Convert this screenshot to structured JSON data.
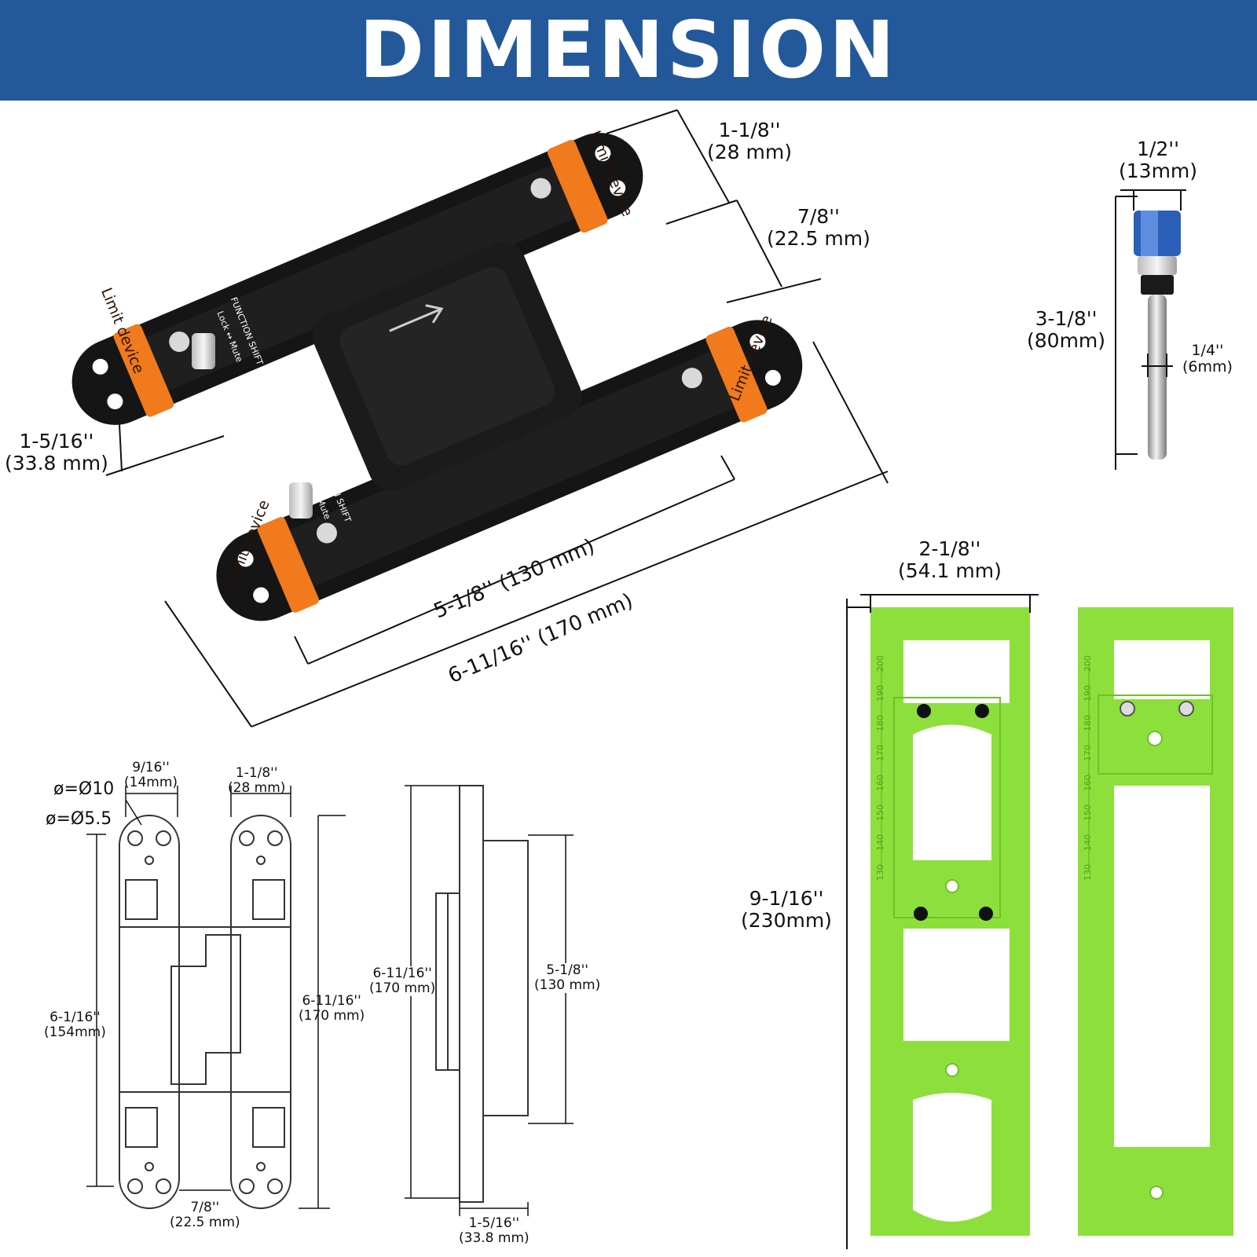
{
  "header": {
    "title": "DIMENSION",
    "bg_color": "#23599a"
  },
  "colors": {
    "guide_green": "#8de03b",
    "limit_orange": "#f07a1c",
    "hinge_black": "#151515",
    "bit_blue": "#2b5fb8"
  },
  "hinge_photo": {
    "limit_label": "Limit device",
    "function_label": "FUNCTION SHIFT",
    "lock_mute_label": "Lock ↔ Mute",
    "dims": {
      "leaf_width": {
        "imperial": "1-1/8''",
        "metric": "(28 mm)"
      },
      "offset": {
        "imperial": "7/8''",
        "metric": "(22.5 mm)"
      },
      "depth": {
        "imperial": "1-5/16''",
        "metric": "(33.8 mm)"
      },
      "body_length": {
        "text": "5-1/8'' (130 mm)"
      },
      "total_length": {
        "text": "6-11/16'' (170 mm)"
      }
    }
  },
  "router_bit": {
    "width": {
      "imperial": "1/2''",
      "metric": "(13mm)"
    },
    "length": {
      "imperial": "3-1/8''",
      "metric": "(80mm)"
    },
    "shank": {
      "imperial": "1/4''",
      "metric": "(6mm)"
    }
  },
  "template": {
    "width": {
      "imperial": "2-1/8''",
      "metric": "(54.1 mm)"
    },
    "height": {
      "imperial": "9-1/16''",
      "metric": "(230mm)"
    },
    "scale_marks": [
      "200",
      "190",
      "180",
      "170",
      "160",
      "150",
      "140",
      "130"
    ]
  },
  "drawing_front": {
    "hole_large": "ø=Ø10",
    "hole_small": "ø=Ø5.5",
    "leaf_offset": {
      "imperial": "9/16''",
      "metric": "(14mm)"
    },
    "leaf_width": {
      "imperial": "1-1/8''",
      "metric": "(28 mm)"
    },
    "inner_length": {
      "imperial": "6-1/16''",
      "metric": "(154mm)"
    },
    "total_length": {
      "imperial": "6-11/16''",
      "metric": "(170 mm)"
    },
    "gap": {
      "imperial": "7/8''",
      "metric": "(22.5 mm)"
    }
  },
  "drawing_side": {
    "total_length": {
      "imperial": "6-11/16''",
      "metric": "(170 mm)"
    },
    "body_length": {
      "imperial": "5-1/8''",
      "metric": "(130 mm)"
    },
    "depth": {
      "imperial": "1-5/16''",
      "metric": "(33.8 mm)"
    }
  }
}
